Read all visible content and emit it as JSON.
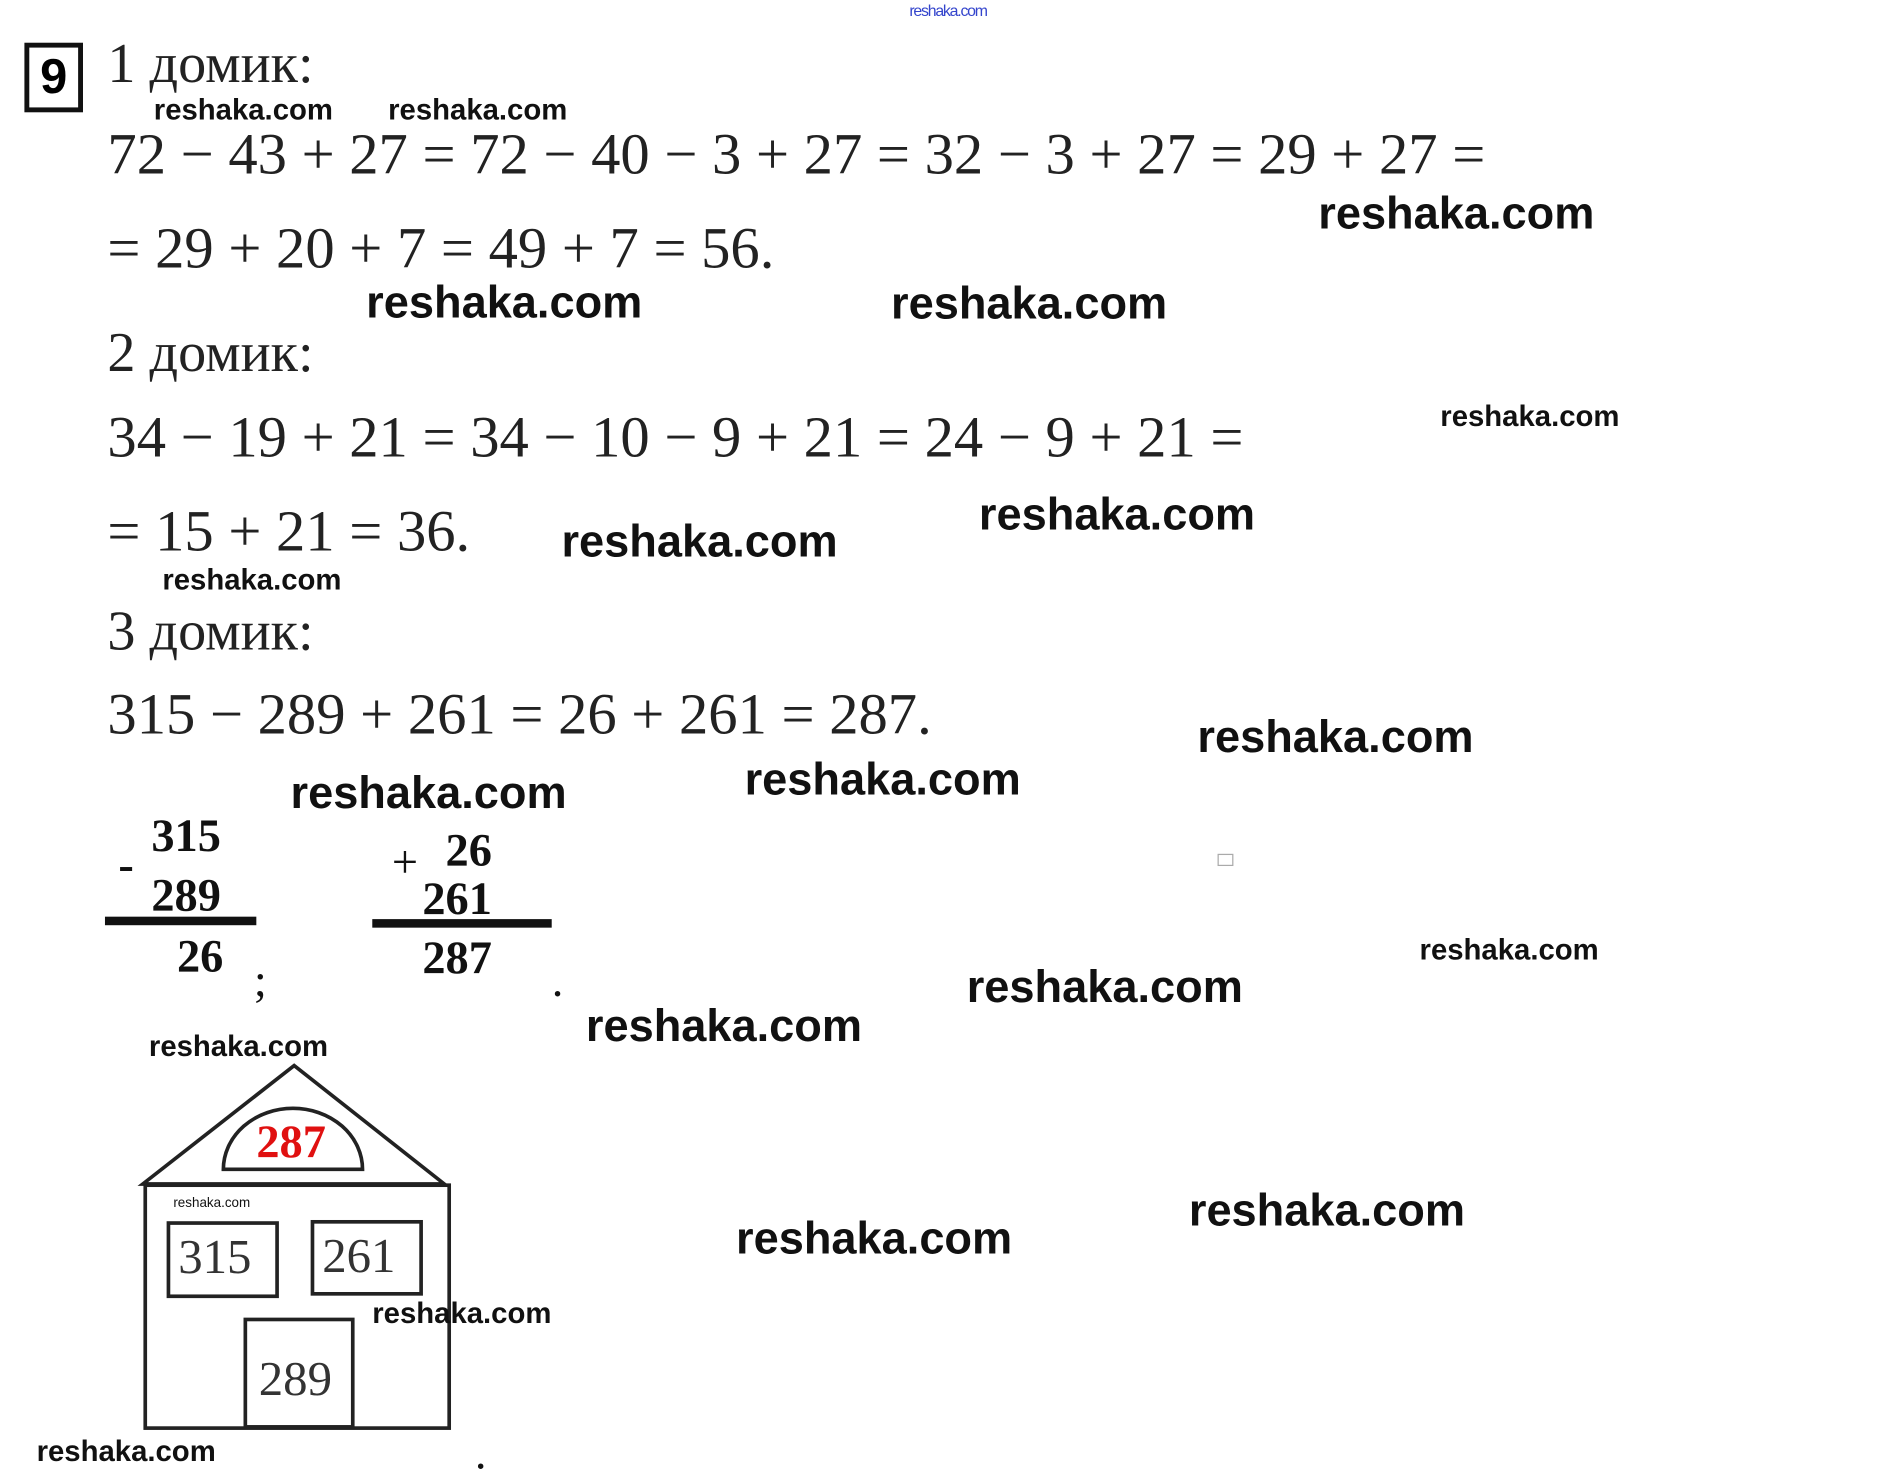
{
  "top_watermark": "reshaka.com",
  "task_number": "9",
  "house1": {
    "label": "1 домик:",
    "line1": "72 − 43 + 27 = 72 − 40 − 3 + 27 = 32 − 3 + 27 = 29 + 27 =",
    "line2": "= 29 + 20 + 7 = 49 + 7 = 56."
  },
  "house2": {
    "label": "2 домик:",
    "line1": "34 − 19 + 21 = 34 − 10 − 9 + 21 = 24 − 9 + 21 =",
    "line2": "= 15 + 21 = 36."
  },
  "house3": {
    "label": "3 домик:",
    "line1": "315 − 289 + 261 = 26 + 261 = 287."
  },
  "column_subtraction": {
    "sign": "-",
    "top": "315",
    "bottom": "289",
    "result": "26",
    "after": ";"
  },
  "column_addition": {
    "sign": "+",
    "top": "26",
    "bottom": "261",
    "result": "287",
    "after": "."
  },
  "house_figure": {
    "roof": "287",
    "window_left": "315",
    "window_right": "261",
    "door": "289",
    "roof_color": "#e01010",
    "inner_watermark": "reshaka.com"
  },
  "trailing_dot": ".",
  "watermark": "reshaka.com"
}
